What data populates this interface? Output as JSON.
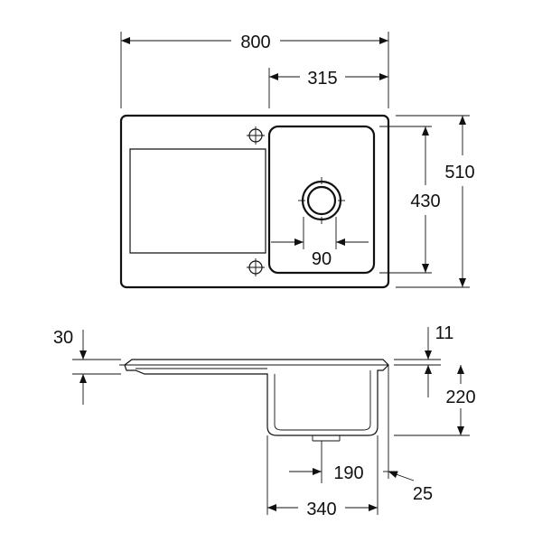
{
  "dimensions": {
    "overall_width": "800",
    "bowl_width": "315",
    "overall_depth": "510",
    "bowl_depth": "430",
    "drain_offset": "90",
    "rim_thickness": "30",
    "rim_height": "11",
    "bowl_height": "220",
    "bowl_bottom_width": "190",
    "edge_offset": "25",
    "bowl_top_width": "340"
  },
  "colors": {
    "stroke": "#111111",
    "background": "#ffffff"
  },
  "icons": {
    "tap_hole": "crosshair-circle",
    "drain": "concentric-circles"
  }
}
